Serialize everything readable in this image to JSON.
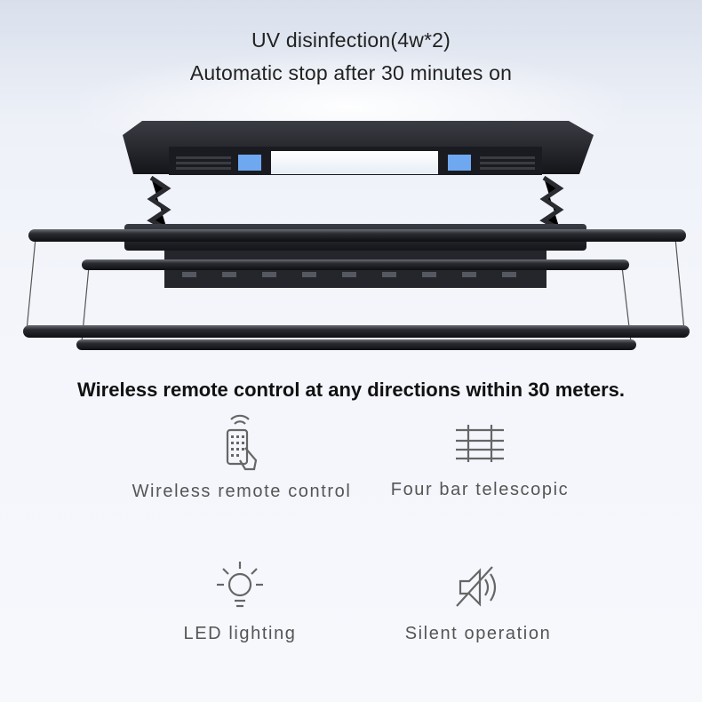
{
  "headline": {
    "line1": "UV disinfection(4w*2)",
    "line2": "Automatic stop after 30 minutes on"
  },
  "subheadline": "Wireless remote control at any directions within 30 meters.",
  "features": [
    {
      "label": "Wireless remote control",
      "icon": "remote-control-icon"
    },
    {
      "label": "Four bar telescopic",
      "icon": "four-bar-icon"
    },
    {
      "label": "LED lighting",
      "icon": "led-bulb-icon"
    },
    {
      "label": "Silent operation",
      "icon": "mute-speaker-icon"
    }
  ],
  "colors": {
    "rack": "#1c1d22",
    "uv_panel": "#6ea8f0",
    "icon_stroke": "#666666"
  }
}
